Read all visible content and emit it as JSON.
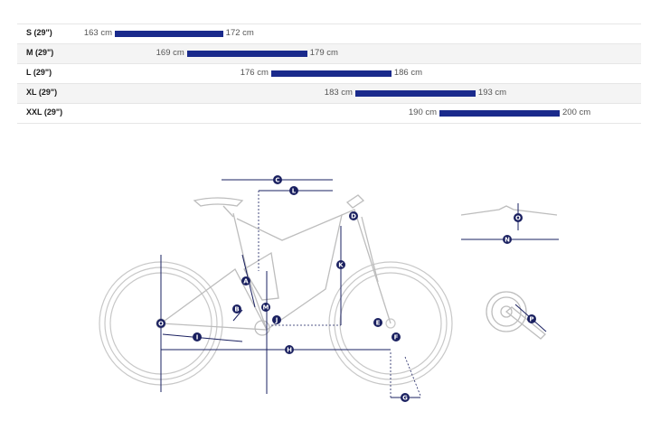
{
  "size_chart": {
    "scale": {
      "min_cm": 163,
      "max_cm": 200
    },
    "rows": [
      {
        "label": "S (29\")",
        "min": 163,
        "max": 172,
        "min_text": "163 cm",
        "max_text": "172 cm"
      },
      {
        "label": "M (29\")",
        "min": 169,
        "max": 179,
        "min_text": "169 cm",
        "max_text": "179 cm"
      },
      {
        "label": "L (29\")",
        "min": 176,
        "max": 186,
        "min_text": "176 cm",
        "max_text": "186 cm"
      },
      {
        "label": "XL (29\")",
        "min": 183,
        "max": 193,
        "min_text": "183 cm",
        "max_text": "193 cm"
      },
      {
        "label": "XXL (29\")",
        "min": 190,
        "max": 200,
        "min_text": "190 cm",
        "max_text": "200 cm"
      }
    ]
  },
  "diagram": {
    "markers": [
      "A",
      "B",
      "C",
      "D",
      "E",
      "F",
      "G",
      "H",
      "I",
      "J",
      "K",
      "L",
      "M",
      "N",
      "O",
      "P"
    ],
    "colors": {
      "marker": "#1a2060",
      "bar": "#1a2a8c",
      "frame": "#bdbdbd"
    }
  }
}
